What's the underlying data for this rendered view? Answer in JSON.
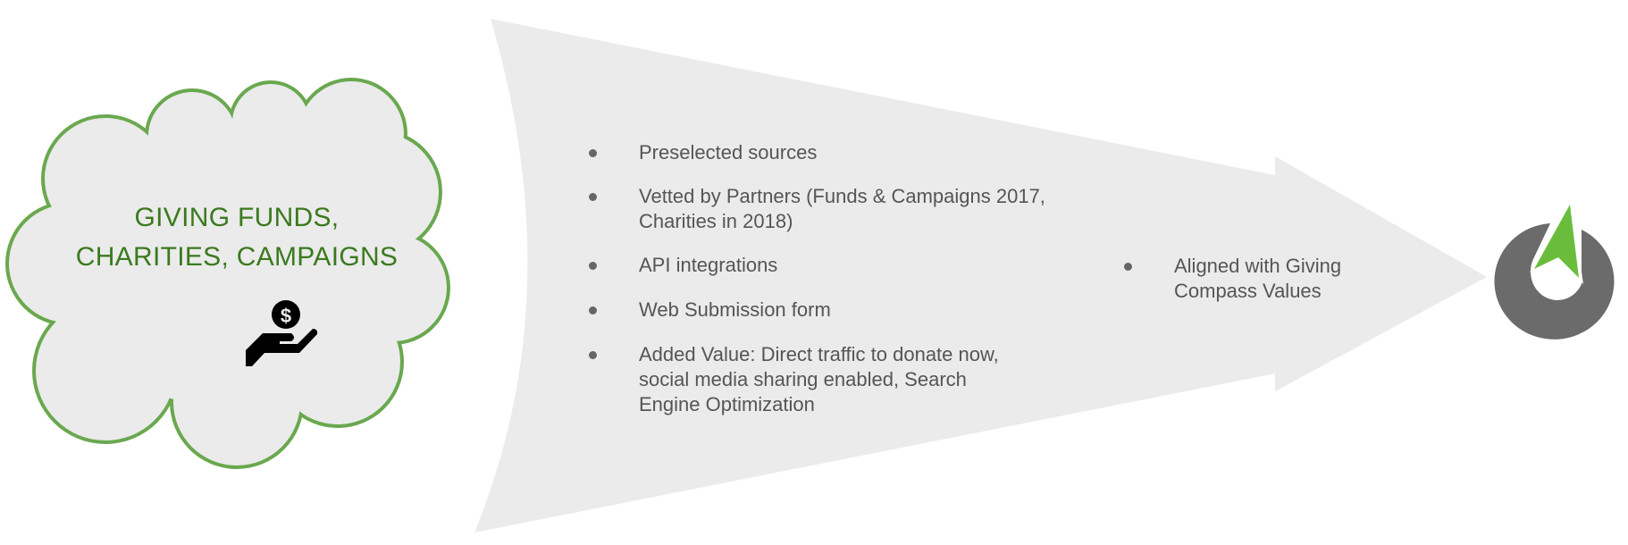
{
  "cloud": {
    "title_line1": "GIVING FUNDS,",
    "title_line2": "CHARITIES, CAMPAIGNS",
    "icon": "hand-holding-dollar-icon"
  },
  "arrow": {
    "items": [
      {
        "text": "Preselected sources"
      },
      {
        "text": "Vetted by Partners (Funds & Campaigns 2017, Charities in 2018)"
      },
      {
        "text": "API integrations"
      },
      {
        "text": "Web Submission form"
      },
      {
        "text": "Added Value: Direct traffic to donate now, social media sharing enabled, Search Engine Optimization"
      }
    ],
    "right_item": "Aligned with Giving Compass Values"
  },
  "logo": {
    "icon": "giving-compass-logo-icon"
  },
  "colors": {
    "cloud_stroke": "#6aa84f",
    "cloud_fill": "#ebebeb",
    "title": "#3b7a1e",
    "arrow_fill": "#ebebeb",
    "logo_gray": "#6b6b6b",
    "logo_green": "#6abd3c"
  }
}
